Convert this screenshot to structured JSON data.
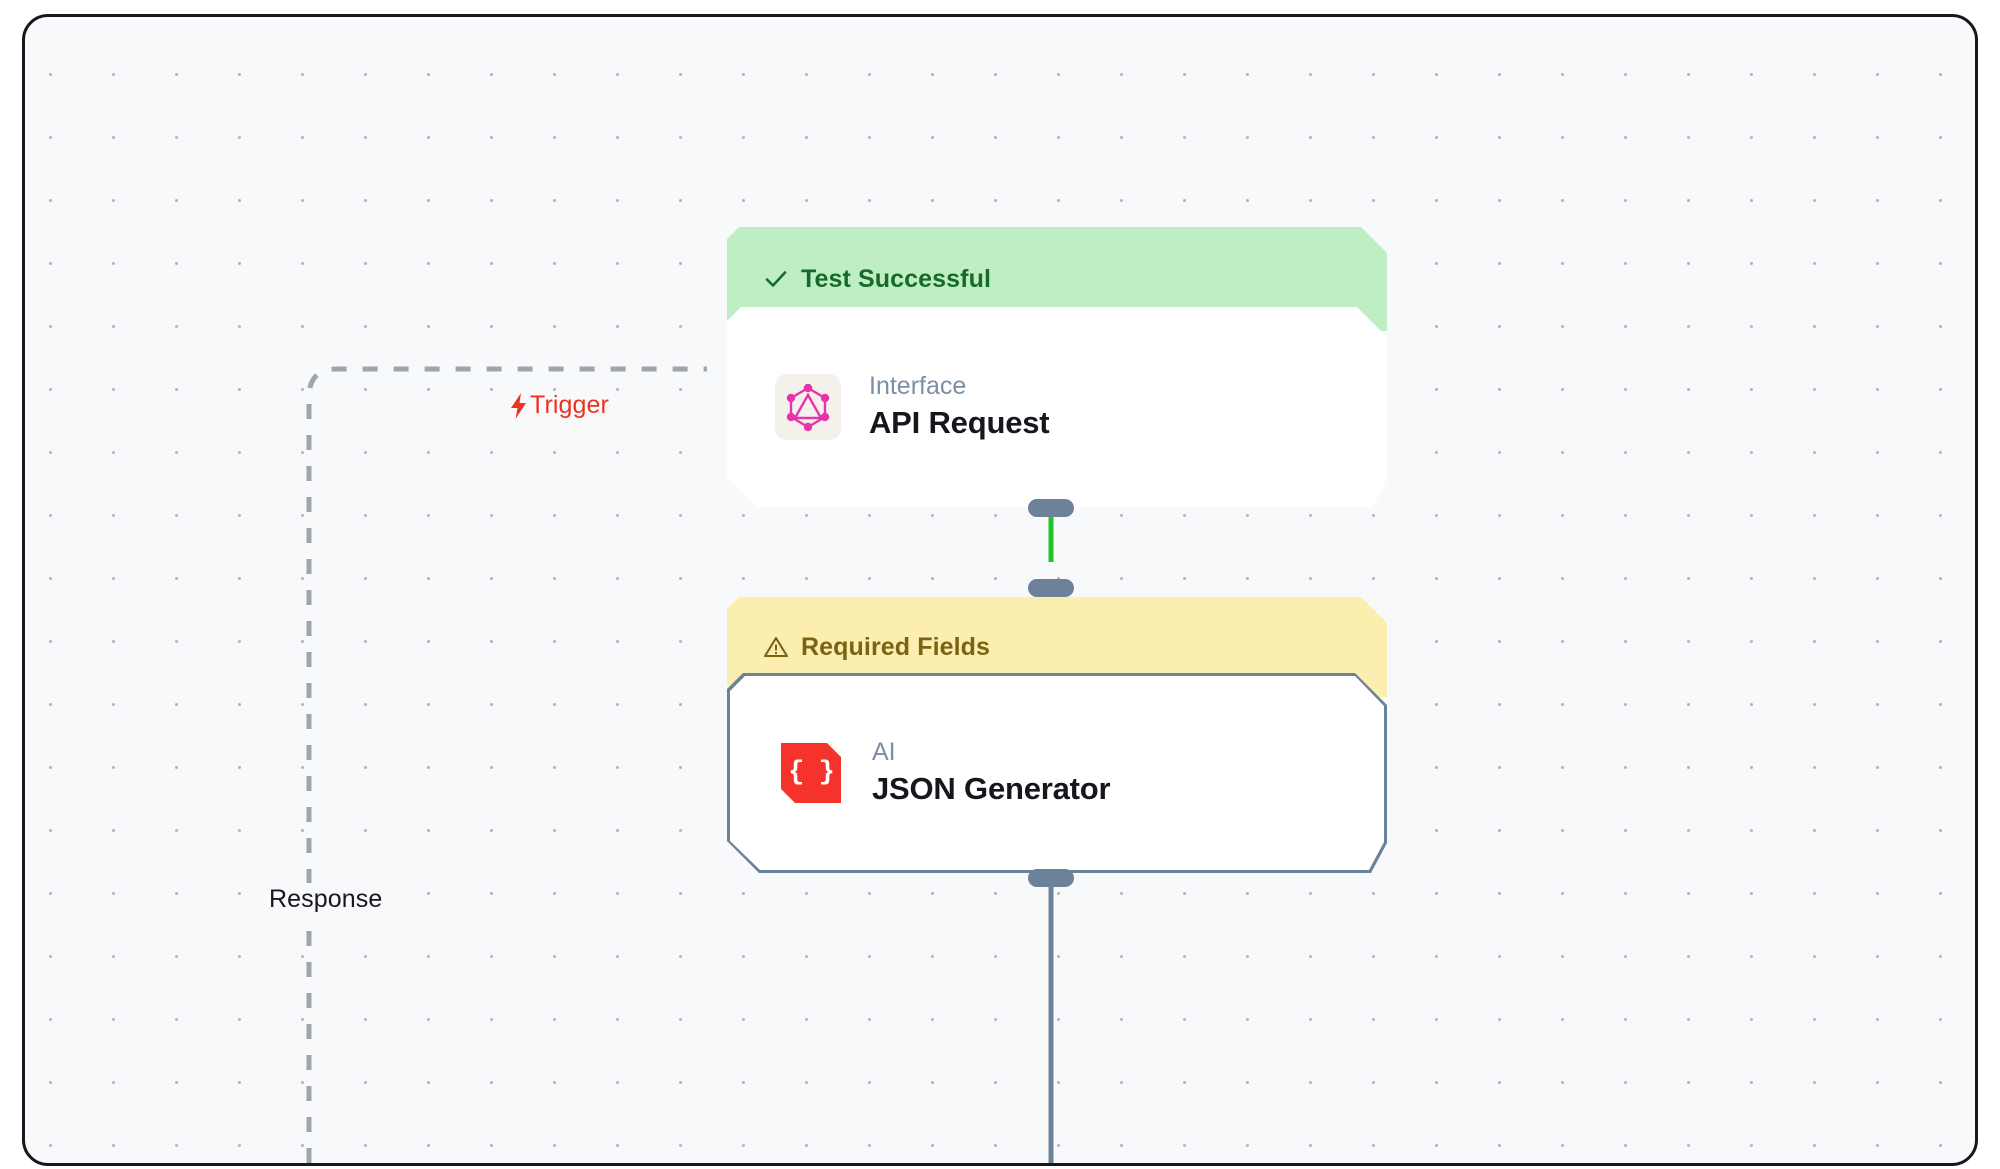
{
  "canvas": {
    "background_color": "#f8f9fb",
    "grid": "dot-grid",
    "frame_border_color": "#16181d"
  },
  "edges": [
    {
      "id": "trigger-edge",
      "label": "Trigger",
      "icon": "lightning-bolt-icon",
      "icon_glyph": "⚡",
      "color": "#ea3323",
      "style": "dashed",
      "line_color": "#a0a4ab"
    },
    {
      "id": "response-edge",
      "label": "Response",
      "color": "#16181d",
      "style": "dashed",
      "line_color": "#a0a4ab"
    },
    {
      "id": "api-to-json-edge",
      "label": "",
      "color": "#22c32a",
      "style": "solid"
    },
    {
      "id": "json-output-edge",
      "label": "",
      "color": "#6b8299",
      "style": "solid"
    }
  ],
  "nodes": [
    {
      "id": "api-request-node",
      "banner": {
        "text": "Test Successful",
        "icon": "check-icon",
        "icon_glyph": "✓",
        "background_color": "#bfeec4",
        "text_color": "#166b27",
        "status": "success"
      },
      "kind": "Interface",
      "title": "API Request",
      "icon": "graphql-icon",
      "icon_color": "#e535ab"
    },
    {
      "id": "json-generator-node",
      "banner": {
        "text": "Required Fields",
        "icon": "warning-triangle-icon",
        "icon_glyph": "⚠",
        "background_color": "#fbeeae",
        "text_color": "#7a6413",
        "status": "warning"
      },
      "kind": "AI",
      "title": "JSON Generator",
      "icon": "json-braces-icon",
      "icon_glyph": "{ }",
      "icon_color": "#f5332c",
      "border_color": "#6b8299"
    }
  ]
}
